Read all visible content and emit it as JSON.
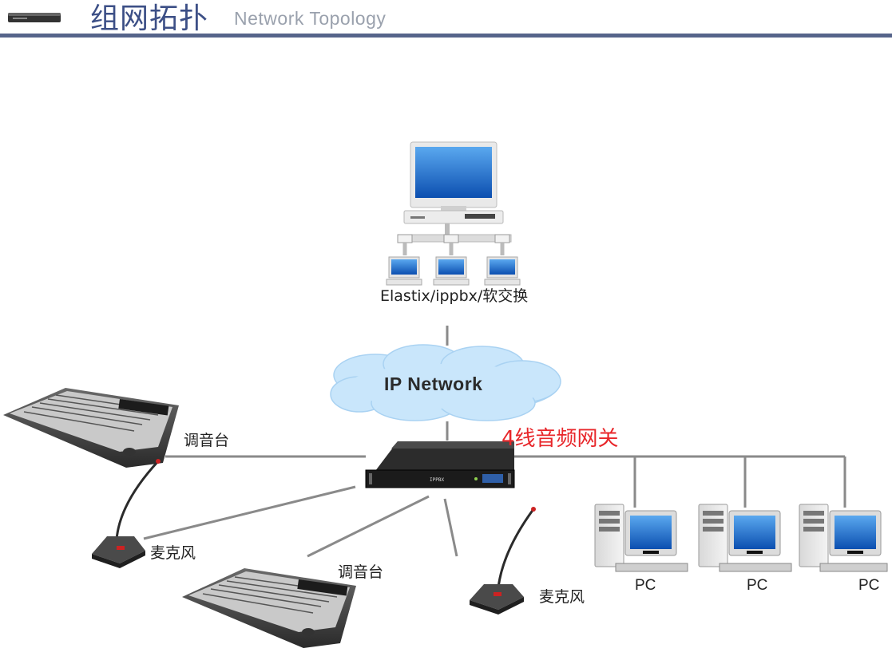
{
  "header": {
    "title_cn": "组网拓扑",
    "title_en": "Network Topology"
  },
  "nodes": {
    "server_label": "Elastix/ippbx/软交换",
    "cloud_label": "IP Network",
    "gateway_label": "4线音频网关",
    "gateway_front_text": "IPPBX",
    "console_top_label": "调音台",
    "mic_left_label": "麦克风",
    "console_bottom_label": "调音台",
    "mic_right_label": "麦克风",
    "pc_labels": [
      "PC",
      "PC",
      "PC"
    ]
  },
  "colors": {
    "title": "#3c4f86",
    "subtitle": "#9aa1ad",
    "header_bar": "#56648a",
    "cloud_fill": "#c9e6fb",
    "links": "#8a8a8a",
    "gateway_label": "#e8262a",
    "screen_blue": "#1f6fd0"
  }
}
